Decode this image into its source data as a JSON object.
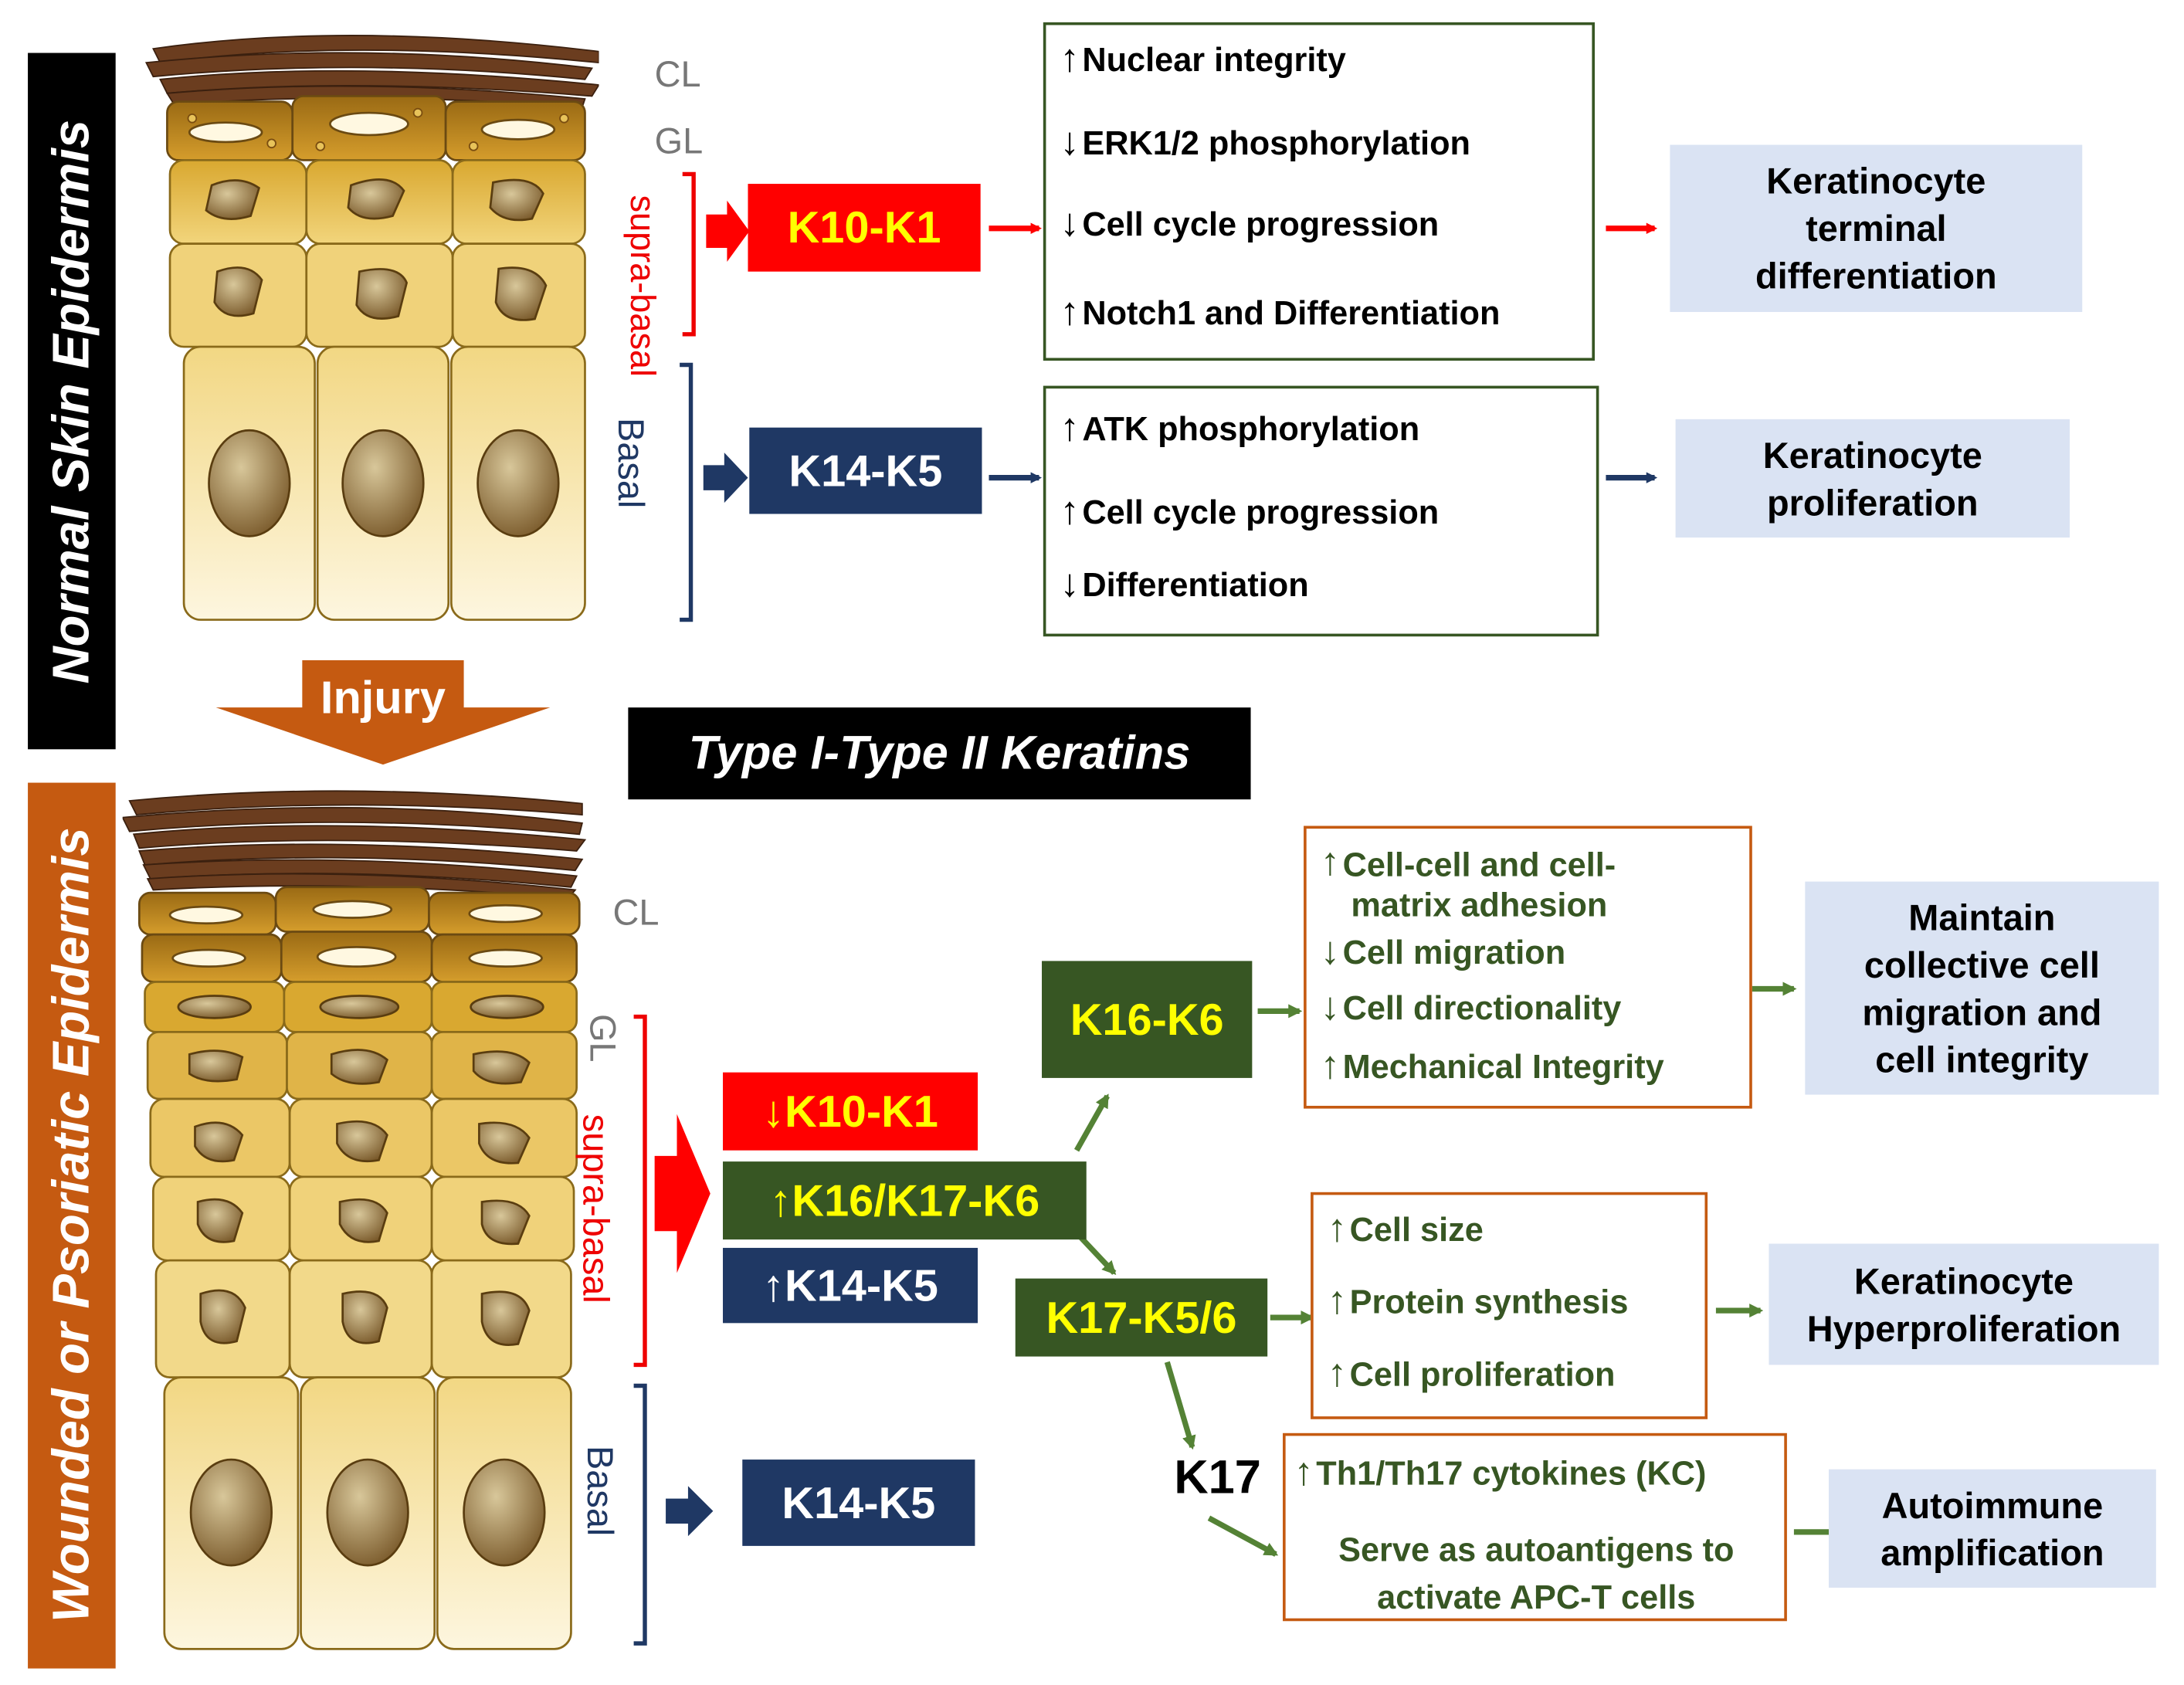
{
  "panels": {
    "top_label": "Normal Skin Epidermis",
    "bottom_label": "Wounded or Psoriatic Epidermis",
    "injury": "Injury",
    "center_title": "Type I-Type II Keratins"
  },
  "layers_top": {
    "cl": "CL",
    "gl": "GL",
    "suprabasal": "supra-basal",
    "basal": "Basal"
  },
  "layers_bottom": {
    "cl": "CL",
    "gl": "GL",
    "suprabasal": "supra-basal",
    "basal": "Basal"
  },
  "normal": {
    "k10k1": "K10-K1",
    "k14k5": "K14-K5",
    "box1": [
      {
        "arrow": "↑",
        "text": "Nuclear integrity"
      },
      {
        "arrow": "↓",
        "text": "ERK1/2 phosphorylation"
      },
      {
        "arrow": "↓",
        "text": "Cell cycle progression"
      },
      {
        "arrow": "↑",
        "text": "Notch1 and Differentiation"
      }
    ],
    "box2": [
      {
        "arrow": "↑",
        "text": "ATK phosphorylation"
      },
      {
        "arrow": "↑",
        "text": "Cell cycle progression"
      },
      {
        "arrow": "↓",
        "text": "Differentiation"
      }
    ],
    "out1": [
      "Keratinocyte",
      "terminal",
      "differentiation"
    ],
    "out2": [
      "Keratinocyte",
      "proliferation"
    ]
  },
  "wounded": {
    "down_k10k1": {
      "arrow": "↓",
      "text": "K10-K1"
    },
    "up_k16k17k6": {
      "arrow": "↑",
      "text": "K16/K17-K6"
    },
    "up_k14k5": {
      "arrow": "↑",
      "text": "K14-K5"
    },
    "basal_k14k5": "K14-K5",
    "k16k6": "K16-K6",
    "k17k56": "K17-K5/6",
    "k17": "K17",
    "box_k16": [
      {
        "arrow": "↑",
        "text": "Cell-cell and cell-",
        "text2": "matrix adhesion"
      },
      {
        "arrow": "↓",
        "text": "Cell migration"
      },
      {
        "arrow": "↓",
        "text": "Cell directionality"
      },
      {
        "arrow": "↑",
        "text": "Mechanical Integrity"
      }
    ],
    "box_k17k56": [
      {
        "arrow": "↑",
        "text": "Cell size"
      },
      {
        "arrow": "↑",
        "text": "Protein synthesis"
      },
      {
        "arrow": "↑",
        "text": "Cell proliferation"
      }
    ],
    "box_k17": [
      {
        "arrow": "↑",
        "text": "Th1/Th17 cytokines (KC)"
      },
      {
        "arrow": "",
        "text": "Serve as autoantigens to",
        "text2": "activate APC-T cells"
      }
    ],
    "out_k16": [
      "Maintain",
      "collective cell",
      "migration and",
      "cell integrity"
    ],
    "out_k17k56": [
      "Keratinocyte",
      "Hyperproliferation"
    ],
    "out_k17": [
      "Autoimmune",
      "amplification"
    ]
  },
  "colors": {
    "red": "#ff0000",
    "navy": "#1f3864",
    "green": "#375623",
    "green_arrow": "#548235",
    "orange": "#c55a11",
    "box_fill": "#dae3f3",
    "tag_yellow": "#ffff00"
  }
}
